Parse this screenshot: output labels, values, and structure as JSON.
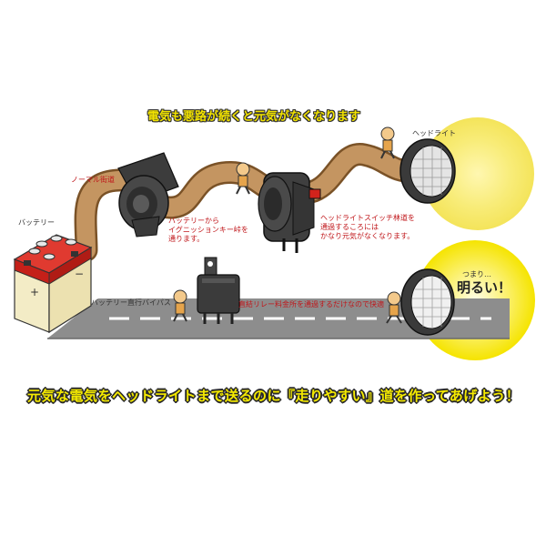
{
  "title": "電気も悪路が続くと元気がなくなります",
  "labels": {
    "headlight_top": "ヘッドライト",
    "normal_road": "ノーマル街道",
    "battery": "バッテリー",
    "ignition_line1": "バッテリーから",
    "ignition_line2": "イグニッションキー峠を",
    "ignition_line3": "通ります。",
    "switch_line1": "ヘッドライトスイッチ林道を",
    "switch_line2": "通過するころには",
    "switch_line3": "かなり元気がなくなります。",
    "bypass": "バッテリー直行バイパス",
    "relay_note": "直結リレー料金所を通過するだけなので快適",
    "tsumari": "つまり…",
    "akarui": "明るい！"
  },
  "bottom_message": "元気な電気をヘッドライトまで送るのに『走りやすい』道を作ってあげよう！",
  "colors": {
    "road_brown": "#b88a55",
    "road_grey": "#8a8a8a",
    "glow_yellow": "#f5e400",
    "battery_red": "#d2231c",
    "label_red": "#c0171b"
  },
  "icons": [
    "battery-icon",
    "ignition-switch-icon",
    "headlight-switch-icon",
    "relay-icon",
    "headlight-icon",
    "electric-character-icon"
  ]
}
